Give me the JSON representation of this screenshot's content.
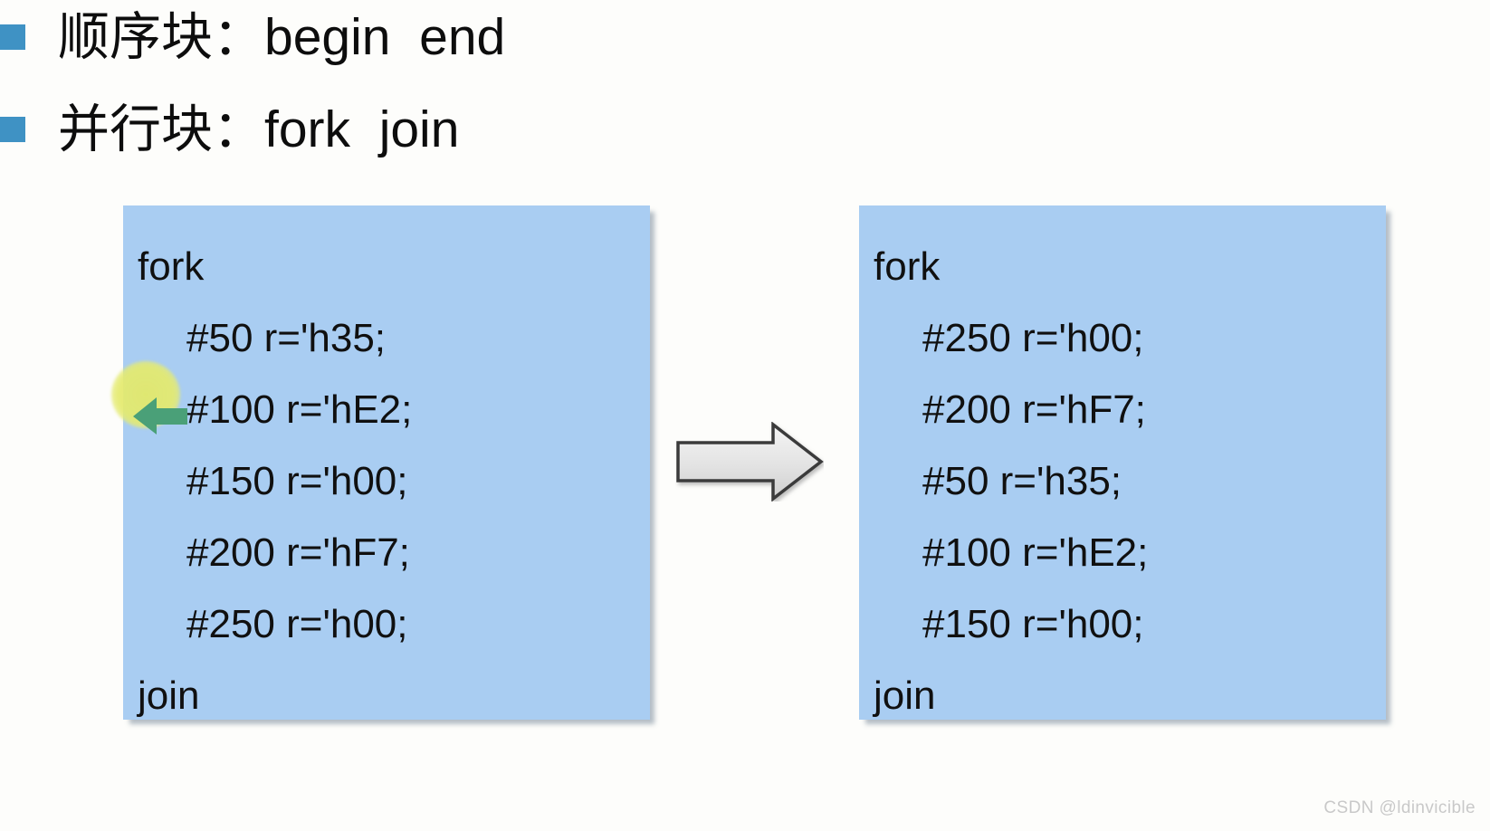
{
  "slide": {
    "background_color": "#fdfdfb",
    "bullets": [
      {
        "marker": "square-bullet",
        "text": "顺序块：begin  end"
      },
      {
        "marker": "square-bullet",
        "text": "并行块：fork  join"
      }
    ],
    "bullet_marker_color": "#3f92c4",
    "code_box_fill": "#a9cdf2",
    "boxes": [
      {
        "id": "before",
        "lines": [
          {
            "text": "fork",
            "indent": false
          },
          {
            "text": "#50 r='h35;",
            "indent": true
          },
          {
            "text": "#100 r='hE2;",
            "indent": true
          },
          {
            "text": "#150 r='h00;",
            "indent": true
          },
          {
            "text": "#200 r='hF7;",
            "indent": true
          },
          {
            "text": "#250 r='h00;",
            "indent": true
          },
          {
            "text": "join",
            "indent": false
          }
        ]
      },
      {
        "id": "after",
        "lines": [
          {
            "text": "fork",
            "indent": false
          },
          {
            "text": "#250 r='h00;",
            "indent": true
          },
          {
            "text": "#200 r='hF7;",
            "indent": true
          },
          {
            "text": "#50 r='h35;",
            "indent": true
          },
          {
            "text": "#100 r='hE2;",
            "indent": true
          },
          {
            "text": "#150 r='h00;",
            "indent": true
          },
          {
            "text": "join",
            "indent": false
          }
        ]
      }
    ],
    "arrow": {
      "icon": "right-block-arrow-icon",
      "fill_start": "#f2f2f2",
      "fill_end": "#d2d2d2",
      "stroke": "#3b3b3b"
    },
    "pointer": {
      "halo_icon": "laser-pointer-halo-icon",
      "halo_color": "#e4ea6e",
      "cursor_icon": "green-left-arrow-cursor-icon",
      "cursor_color": "#4aa078"
    },
    "watermark": "CSDN @ldinvicible"
  }
}
